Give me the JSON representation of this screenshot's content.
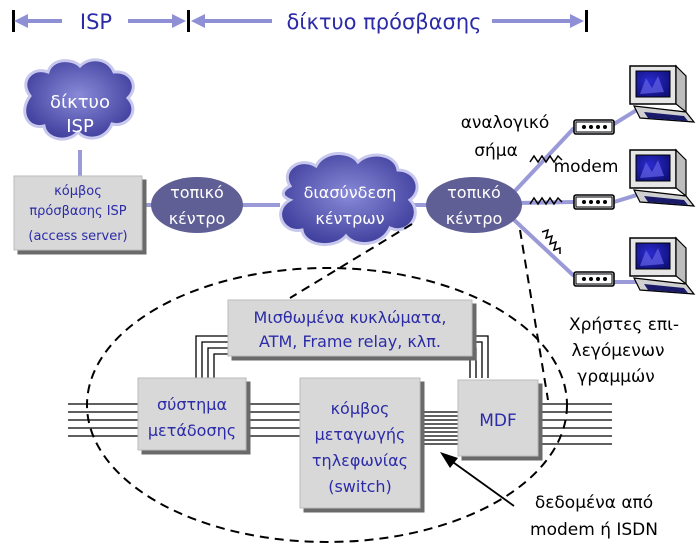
{
  "header": {
    "isp": "ISP",
    "access_network": "δίκτυο πρόσβασης"
  },
  "isp_cloud": {
    "line1": "δίκτυο",
    "line2": "ISP"
  },
  "access_server": {
    "line1": "κόμβος",
    "line2": "πρόσβασης ISP",
    "line3": "(access server)"
  },
  "local_exchange_left": {
    "line1": "τοπικό",
    "line2": "κέντρο"
  },
  "interconnect_cloud": {
    "line1": "διασύνδεση",
    "line2": "κέντρων"
  },
  "local_exchange_right": {
    "line1": "τοπικό",
    "line2": "κέντρο"
  },
  "labels": {
    "analog_line1": "αναλογικό",
    "analog_line2": "σήμα",
    "modem": "modem",
    "users_line1": "Χρήστες επι-",
    "users_line2": "λεγόμενων",
    "users_line3": "γραμμών",
    "data_line1": "δεδομένα από",
    "data_line2": "modem ή ISDN"
  },
  "leased_box": {
    "line1": "Μισθωμένα κυκλώματα,",
    "line2": "ATM, Frame relay, κλπ."
  },
  "transmission_box": {
    "line1": "σύστημα",
    "line2": "μετάδοσης"
  },
  "switch_box": {
    "line1": "κόμβος",
    "line2": "μεταγωγής",
    "line3": "τηλεφωνίας",
    "line4": "(switch)"
  },
  "mdf_box": {
    "label": "MDF"
  },
  "colors": {
    "arrow": "#8f8fd6",
    "node": "#5f5f95",
    "box_fill": "#d8d8d8",
    "text_blue": "#2b2ba8",
    "link": "#9a9ad8"
  }
}
